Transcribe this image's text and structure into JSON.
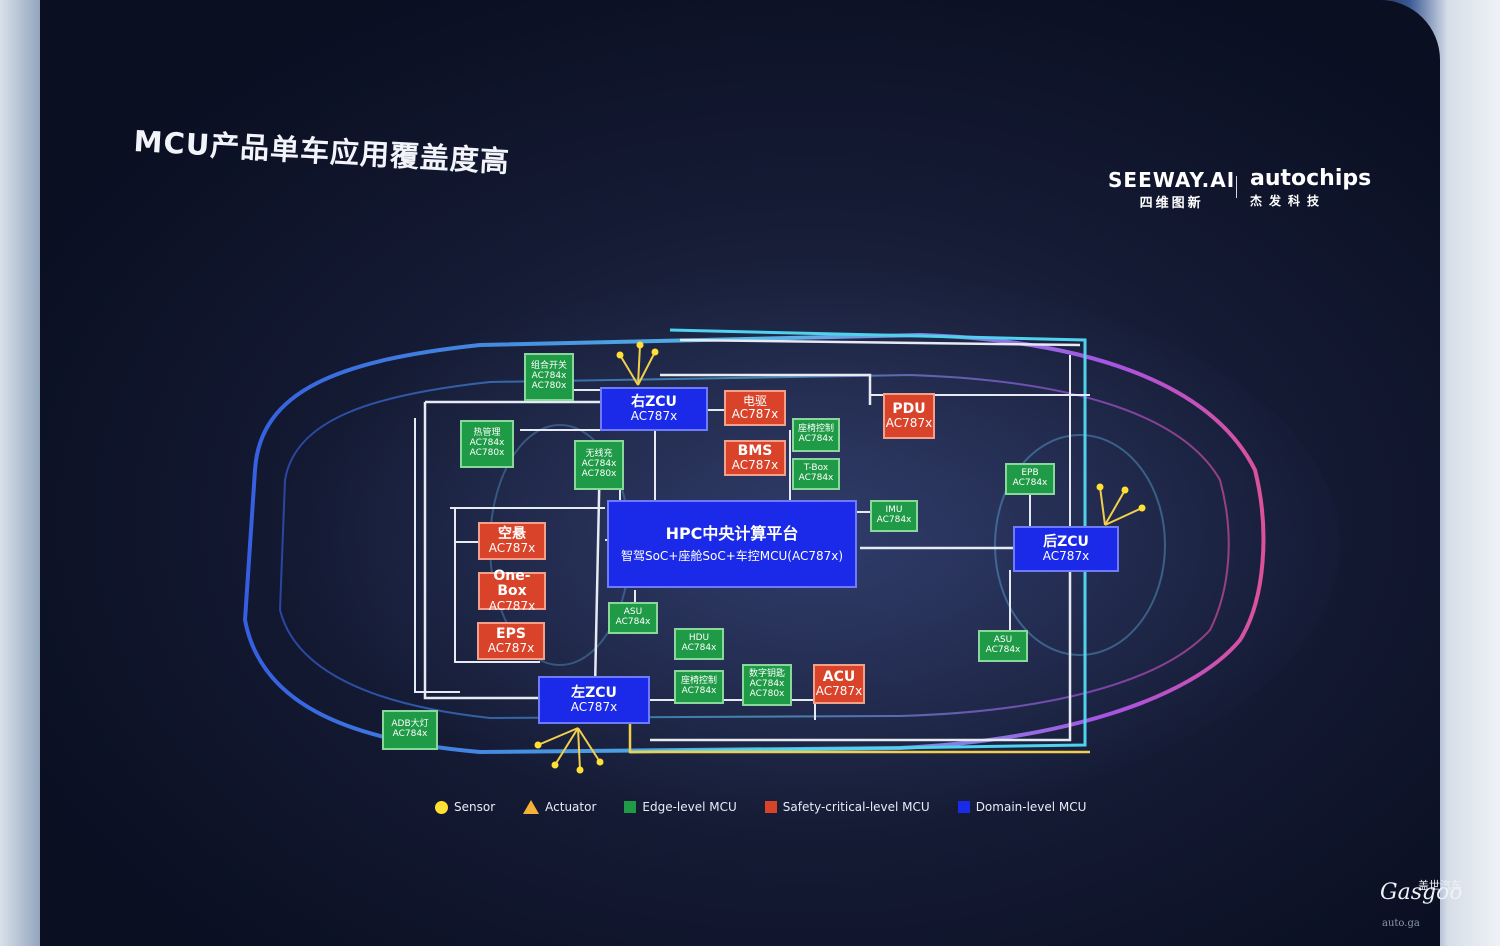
{
  "slide": {
    "title": "MCU产品单车应用覆盖度高",
    "logo_seeway": "SEEWAY.AI",
    "logo_seeway_sub": "四维图新",
    "logo_autochips": "autochips",
    "logo_autochips_sub": "杰发科技"
  },
  "modules": {
    "combo_switch": {
      "name": "组合开关",
      "chip": "AC784x",
      "chip2": "AC780x"
    },
    "right_zcu": {
      "name": "右ZCU",
      "chip": "AC787x"
    },
    "ebooster": {
      "name": "电驱",
      "chip": "AC787x"
    },
    "pdu": {
      "name": "PDU",
      "chip": "AC787x"
    },
    "thermal": {
      "name": "热管理",
      "chip": "AC784x",
      "chip2": "AC780x"
    },
    "seat_ctrl_top": {
      "name": "座椅控制",
      "chip": "AC784x"
    },
    "bms": {
      "name": "BMS",
      "chip": "AC787x"
    },
    "wireless_charge": {
      "name": "无线充",
      "chip": "AC784x",
      "chip2": "AC780x"
    },
    "tbox": {
      "name": "T-Box",
      "chip": "AC784x"
    },
    "epb": {
      "name": "EPB",
      "chip": "AC784x"
    },
    "imu": {
      "name": "IMU",
      "chip": "AC784x"
    },
    "air_suspension": {
      "name": "空悬",
      "chip": "AC787x"
    },
    "hpc": {
      "name": "HPC中央计算平台",
      "desc": "智驾SoC+座舱SoC+车控MCU(AC787x)"
    },
    "rear_zcu": {
      "name": "后ZCU",
      "chip": "AC787x"
    },
    "onebox": {
      "name": "One-Box",
      "chip": "AC787x"
    },
    "asu_left": {
      "name": "ASU",
      "chip": "AC784x"
    },
    "eps": {
      "name": "EPS",
      "chip": "AC787x"
    },
    "hdu": {
      "name": "HDU",
      "chip": "AC784x"
    },
    "asu_right": {
      "name": "ASU",
      "chip": "AC784x"
    },
    "left_zcu": {
      "name": "左ZCU",
      "chip": "AC787x"
    },
    "seat_ctrl_bottom": {
      "name": "座椅控制",
      "chip": "AC784x"
    },
    "digital_key": {
      "name": "数字钥匙",
      "chip": "AC784x",
      "chip2": "AC780x"
    },
    "acu": {
      "name": "ACU",
      "chip": "AC787x"
    },
    "adb_light": {
      "name": "ADB大灯",
      "chip": "AC784x"
    }
  },
  "legend": {
    "sensor": "Sensor",
    "actuator": "Actuator",
    "edge": "Edge-level MCU",
    "safety": "Safety-critical-level MCU",
    "domain": "Domain-level MCU"
  },
  "colors": {
    "edge": "#1f9a46",
    "safety": "#d8432a",
    "domain": "#1a2ae8",
    "sensor": "#ffe033",
    "actuator": "#f4b13a",
    "wire": "#e6eaf2",
    "wire_cyan": "#4fd2ee",
    "wire_yellow": "#f2cf4a"
  },
  "watermark": {
    "brand": "Gasgoo",
    "zh": "盖世汽车",
    "url": "auto.ga"
  }
}
